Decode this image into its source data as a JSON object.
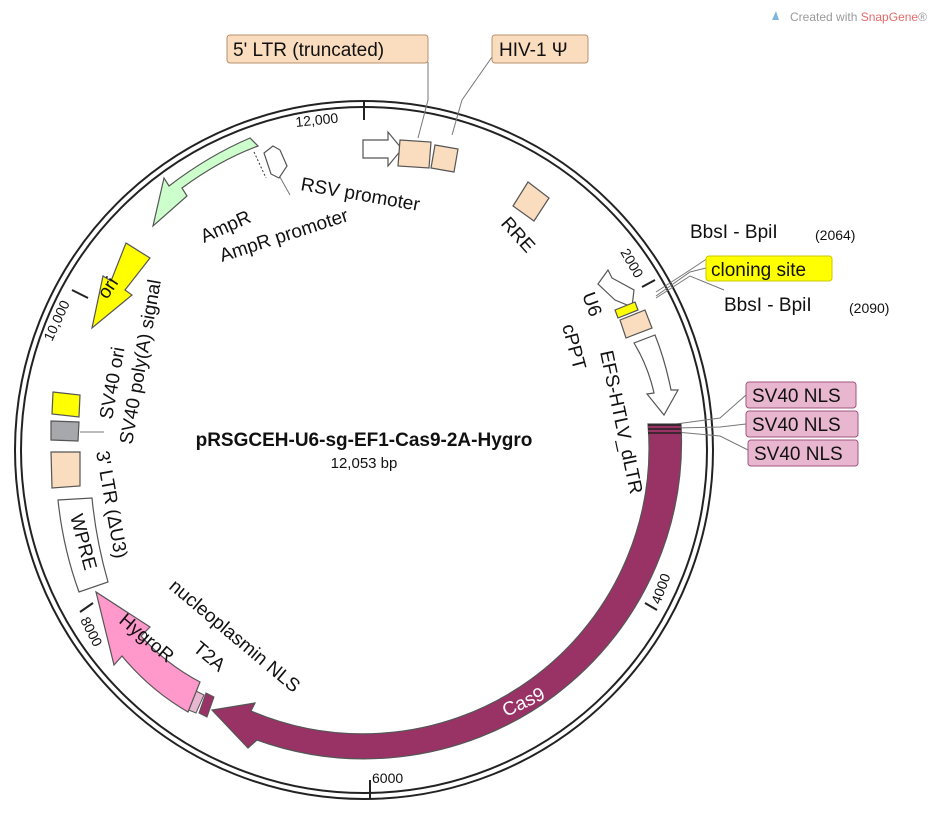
{
  "brand": {
    "prefix": "Created with ",
    "name": "SnapGene",
    "mark": "®"
  },
  "plasmid": {
    "name": "pRSGCEH-U6-sg-EF1-Cas9-2A-Hygro",
    "size": "12,053 bp"
  },
  "ticks": {
    "t12000": "12,000",
    "t2000": "2000",
    "t4000": "4000",
    "t6000": "6000",
    "t8000": "8000",
    "t10000": "10,000"
  },
  "callouts": {
    "ltr5": "5' LTR (truncated)",
    "hiv_psi": "HIV-1 Ψ",
    "bbsi_1": "BbsI - BpiI",
    "bbsi_1_pos": "(2064)",
    "cloning_site": "cloning site",
    "bbsi_2": "BbsI - BpiI",
    "bbsi_2_pos": "(2090)",
    "sv40_nls_1": "SV40 NLS",
    "sv40_nls_2": "SV40 NLS",
    "sv40_nls_3": "SV40 NLS"
  },
  "features": {
    "rsv_promoter": "RSV promoter",
    "ampr": "AmpR",
    "ampr_promoter": "AmpR promoter",
    "rre": "RRE",
    "u6": "U6",
    "cppt": "cPPT",
    "efs": "EFS-HTLV_dLTR",
    "ori": "ori",
    "sv40_ori": "SV40 ori",
    "sv40_polya": "SV40 poly(A) signal",
    "ltr3": "3' LTR (ΔU3)",
    "wpre": "WPRE",
    "hygror": "HygroR",
    "t2a": "T2A",
    "nucleoplasmin": "nucleoplasmin NLS",
    "cas9": "Cas9"
  },
  "colors": {
    "cas9": "#993366",
    "hygror": "#ff99cc",
    "ampr": "#ccffcc",
    "ori": "#ffff00",
    "ltr": "#fadcbe",
    "nls_box": "#e8b7cf",
    "cloning_site": "#ffff00",
    "polyA": "#a6a8ab"
  }
}
